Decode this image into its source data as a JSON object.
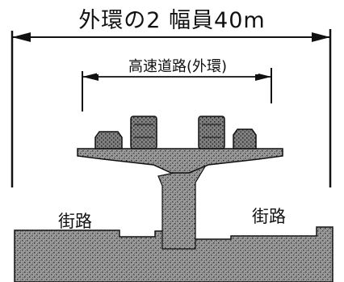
{
  "title": "外環の2 幅員40m",
  "expressway_label": "高速道路(外環)",
  "street_labels": [
    "街路",
    "街路"
  ],
  "colors": {
    "ink": "#111111",
    "background": "#ffffff",
    "ground": "#8c8c8c",
    "structure": "#8a8a8a",
    "vehicle": "#7a7a7a"
  },
  "icons": [
    "dimension-arrow",
    "vehicle-icon"
  ]
}
